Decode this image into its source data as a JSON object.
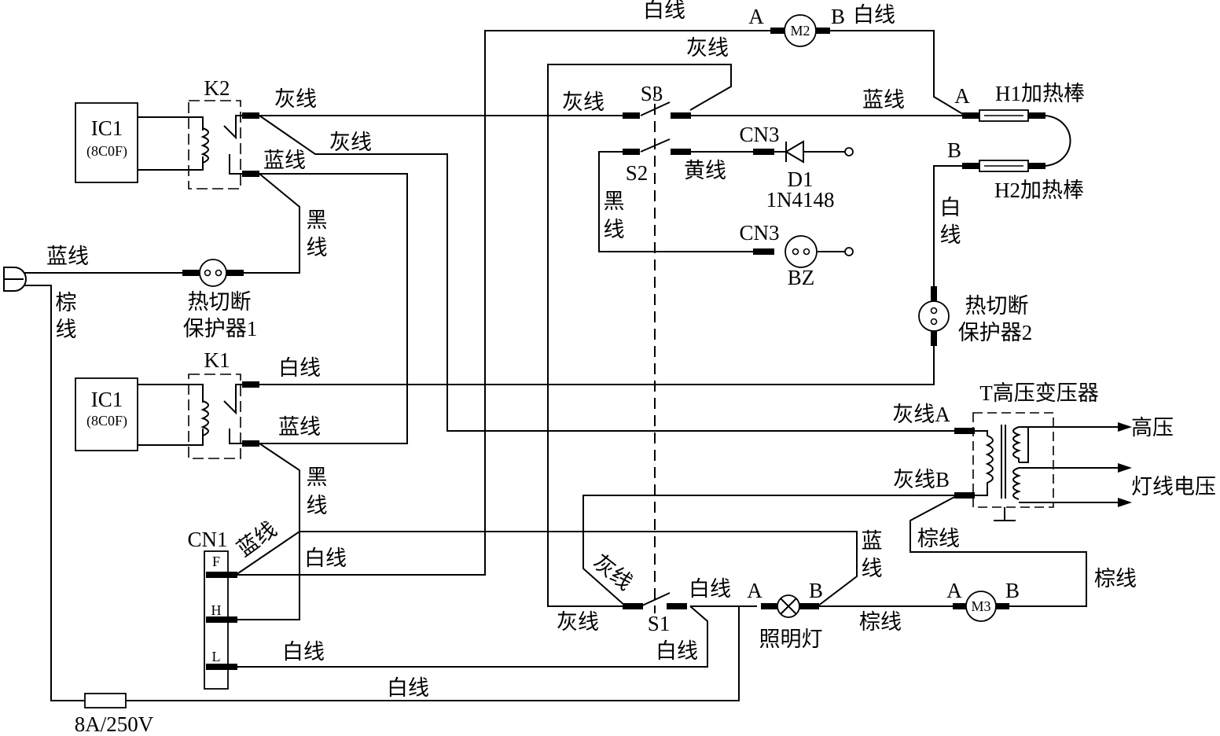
{
  "components": {
    "ic1_top": {
      "name": "IC1",
      "part": "(8C0F)"
    },
    "ic1_bottom": {
      "name": "IC1",
      "part": "(8C0F)"
    },
    "k2": "K2",
    "k1": "K1",
    "s1": "S1",
    "s2": "S2",
    "s3": "S3",
    "m2": "M2",
    "m3": "M3",
    "cn1": "CN1",
    "cn1_pins": [
      "F",
      "H",
      "L"
    ],
    "cn3_top": "CN3",
    "cn3_bottom": "CN3",
    "d1": "D1",
    "d1_part": "1N4148",
    "bz": "BZ",
    "h1": "H1加热棒",
    "h2": "H2加热棒",
    "thermal_1_line1": "热切断",
    "thermal_1_line2": "保护器1",
    "thermal_2_line1": "热切断",
    "thermal_2_line2": "保护器2",
    "transformer": "T高压变压器",
    "lamp": "照明灯",
    "fuse": "8A/250V"
  },
  "terminals": {
    "m2_a": "A",
    "m2_b": "B",
    "h1_a": "A",
    "h2_b": "B",
    "lamp_a": "A",
    "lamp_b": "B",
    "m3_a": "A",
    "m3_b": "B"
  },
  "wire_labels": {
    "top_white": "白线",
    "m2_b_white": "白线",
    "s3_gray_top": "灰线",
    "k2_gray": "灰线",
    "s3_gray_left": "灰线",
    "h1_blue": "蓝线",
    "k2_gray_diag": "灰线",
    "k2_blue": "蓝线",
    "s2_yellow": "黄线",
    "s2_black_1": "黑",
    "s2_black_2": "线",
    "k2_black_1": "黑",
    "k2_black_2": "线",
    "mains_blue": "蓝线",
    "mains_brown_1": "棕",
    "mains_brown_2": "线",
    "h2_white_1": "白",
    "h2_white_2": "线",
    "k1_white": "白线",
    "k1_blue": "蓝线",
    "k1_black_1": "黑",
    "k1_black_2": "线",
    "t_gray_a": "灰线A",
    "t_gray_b": "灰线B",
    "t_brown": "棕线",
    "cn1_blue": "蓝线",
    "cn1_f_white": "白线",
    "lamp_blue_1": "蓝",
    "lamp_blue_2": "线",
    "s1_gray_diag": "灰线",
    "s1_white": "白线",
    "s1_gray_left": "灰线",
    "s1_white_below": "白线",
    "lamp_brown": "棕线",
    "m3_brown": "棕线",
    "cn1_l_white": "白线",
    "bottom_white": "白线"
  },
  "outputs": {
    "high_voltage": "高压",
    "filament_voltage": "灯线电压"
  }
}
